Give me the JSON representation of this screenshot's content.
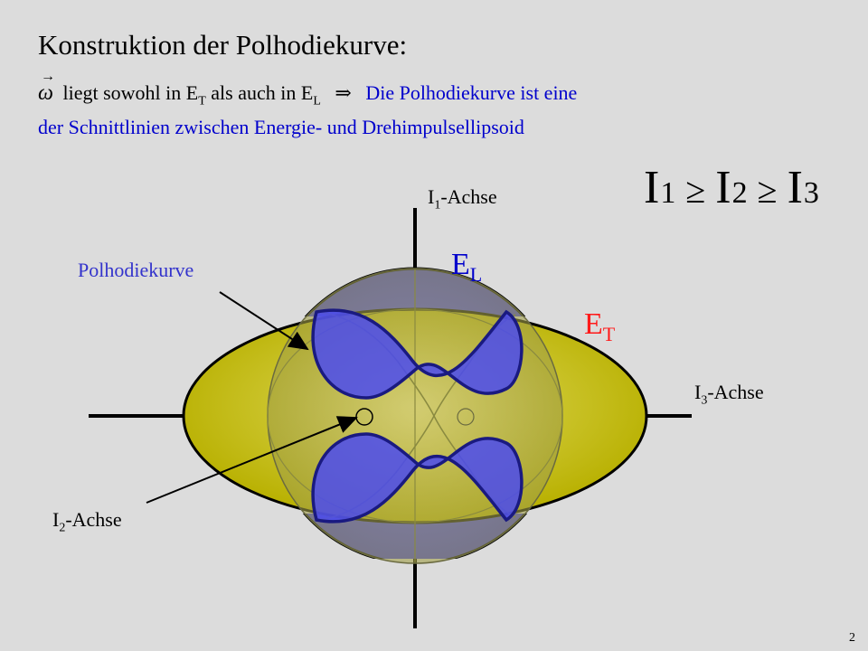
{
  "title": "Konstruktion der Polhodiekurve:",
  "statement": {
    "omega_symbol": "ω",
    "omega_arrow": "→",
    "text1": " liegt sowohl in E",
    "sub_t": "T",
    "text2": " als auch in E",
    "sub_l": "L",
    "implies": "⇒",
    "text3": "Die Polhodiekurve ist eine",
    "line2": "der Schnittlinien zwischen Energie- und Drehimpulsellipsoid"
  },
  "inequality": {
    "i": "I",
    "n1": "1",
    "n2": "2",
    "n3": "3",
    "geq": "≥"
  },
  "labels": {
    "axis1_base": "I",
    "axis1_sub": "1",
    "axis1_suffix": "-Achse",
    "axis3_base": "I",
    "axis3_sub": "3",
    "axis3_suffix": "-Achse",
    "axis2_base": "I",
    "axis2_sub": "2",
    "axis2_suffix": "-Achse",
    "polhodie": "Polhodiekurve",
    "el_base": "E",
    "el_sub": "L",
    "et_base": "E",
    "et_sub": "T"
  },
  "colors": {
    "energy_ellipsoid": "#c8c020",
    "angular_momentum_ellipsoid": "#4040e0",
    "polhode_line": "#1a1a80",
    "red_label": "#ff1a1a",
    "blue_text": "#0000cc"
  },
  "page_number": "2"
}
